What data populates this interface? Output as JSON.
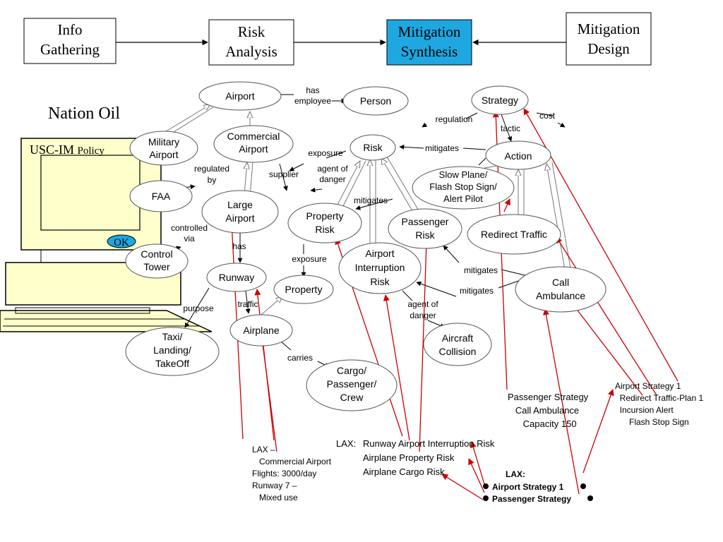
{
  "pipeline": {
    "info_gathering": "Info\nGathering",
    "risk_analysis": "Risk\nAnalysis",
    "mitigation_synthesis": "Mitigation\nSynthesis",
    "mitigation_design": "Mitigation\nDesign"
  },
  "title": "Nation Oil",
  "computer": {
    "screen_label": "USC-IM",
    "screen_label_suffix": "Policy",
    "ok_button": "OK"
  },
  "nodes": {
    "airport": "Airport",
    "person": "Person",
    "military_airport": "Military\nAirport",
    "commercial_airport": "Commercial\nAirport",
    "faa": "FAA",
    "large_airport": "Large\nAirport",
    "control_tower": "Control\nTower",
    "runway": "Runway",
    "property": "Property",
    "airplane": "Airplane",
    "taxi": "Taxi/\nLanding/\nTakeOff",
    "cargo": "Cargo/\nPassenger/\nCrew",
    "risk": "Risk",
    "property_risk": "Property\nRisk",
    "passenger_risk": "Passenger\nRisk",
    "airport_interruption_risk": "Airport\nInterruption\nRisk",
    "aircraft_collision": "Aircraft\nCollision",
    "strategy": "Strategy",
    "action": "Action",
    "slow_plane": "Slow Plane/\nFlash Stop Sign/\nAlert Pilot",
    "redirect_traffic": "Redirect Traffic",
    "call_ambulance": "Call\nAmbulance"
  },
  "edge_labels": {
    "has_employee": "has\nemployee",
    "regulated_by": "regulated\nby",
    "supplier": "supplier",
    "controlled_via": "controlled\nvia",
    "has": "has",
    "purpose": "purpose",
    "traffic": "traffic",
    "carries": "carries",
    "exposure_top": "exposure",
    "agent_of_danger_top": "agent of\ndanger",
    "exposure_mid": "exposure",
    "mitigates_top": "mitigates",
    "mitigates_mid": "mitigates",
    "mitigates_1": "mitigates",
    "mitigates_2": "mitigates",
    "agent_of_danger_bottom": "agent of\ndanger",
    "regulation": "regulation",
    "tactic": "tactic",
    "cost": "cost"
  },
  "annotations": {
    "lax_airport": "LAX –\n   Commercial Airport\nFlights: 3000/day\nRunway 7 –\n   Mixed use",
    "lax_risks_prefix": "LAX:",
    "lax_risks": "Runway Airport Interruption Risk\nAirplane Property Risk\nAirplane Cargo Risk",
    "passenger_strategy": "Passenger Strategy\n   Call Ambulance\n      Capacity 150",
    "airport_strategy": "Airport Strategy 1\n  Redirect Traffic-Plan 1\n  Incursion Alert\n      Flash Stop Sign",
    "lax_strategies_title": "LAX:",
    "lax_strategy_1": "Airport Strategy 1",
    "lax_strategy_2": "Passenger Strategy"
  },
  "colors": {
    "highlight_box": "#1ea7e1",
    "computer_fill": "#ffffcc",
    "red_arrow": "#cc0000",
    "ok_fill": "#1ea7e1"
  }
}
